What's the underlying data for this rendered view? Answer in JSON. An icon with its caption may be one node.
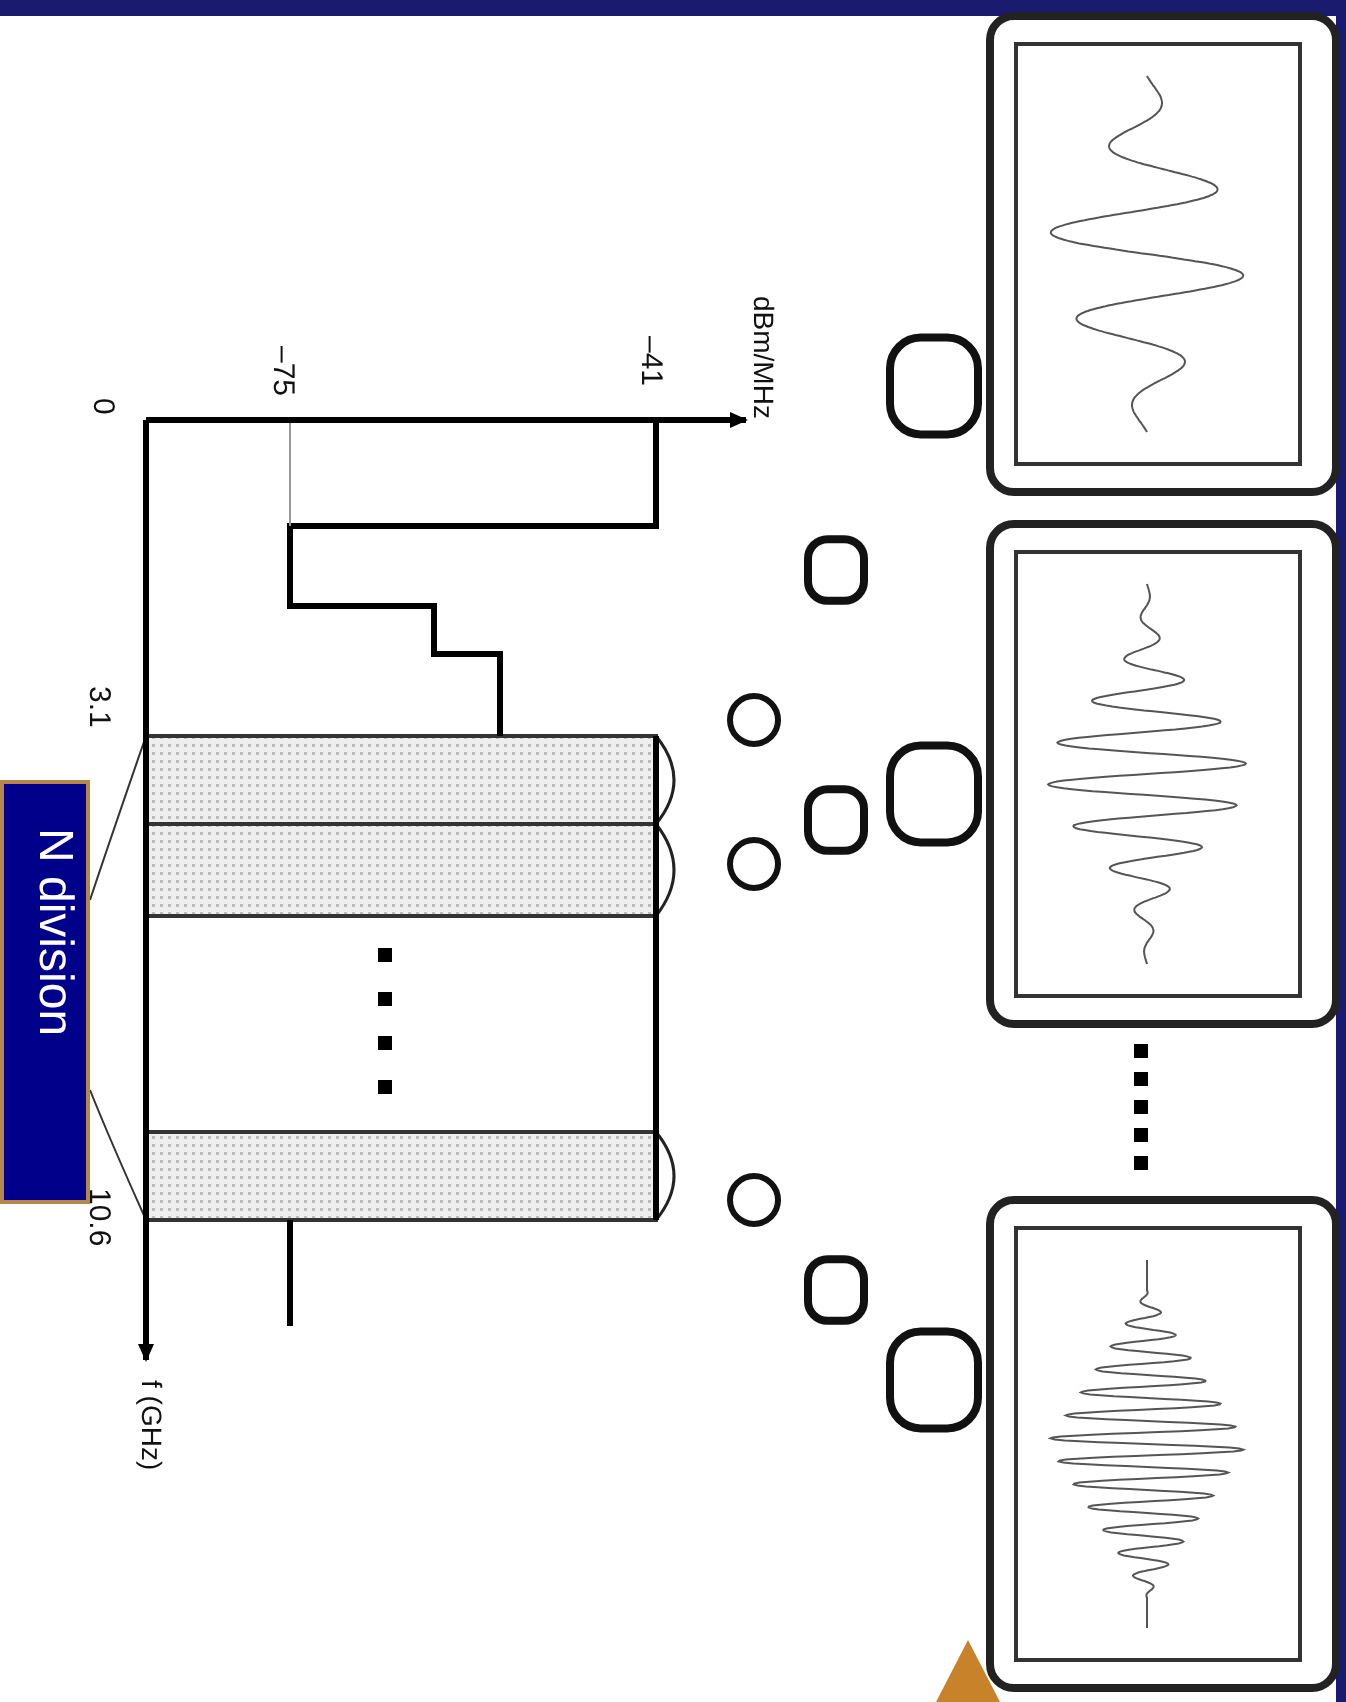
{
  "diagram": {
    "nodes": [
      {
        "text": [],
        "shape": "picture"
      },
      {
        "text": [],
        "shape": "picture"
      },
      {
        "text": [],
        "shape": "picture"
      },
      {
        "text": [
          "N division"
        ]
      }
    ],
    "labels": [
      "dBm/MHz",
      "–41",
      "–75",
      "0",
      "3.1",
      "10.6",
      "f (GHz)"
    ]
  }
}
